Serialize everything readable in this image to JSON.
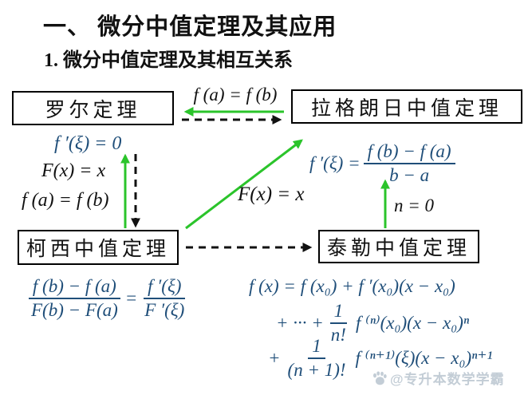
{
  "title": "一、 微分中值定理及其应用",
  "subtitle": "1. 微分中值定理及其相互关系",
  "boxes": {
    "rolle": "罗尔定理",
    "lagrange": "拉格朗日中值定理",
    "cauchy": "柯西中值定理",
    "taylor": "泰勒中值定理"
  },
  "labels": {
    "top_condition": "f (a) = f (b)",
    "rolle_conclusion": "f ′(ξ) = 0",
    "left_aux": "F(x) = x",
    "left_condition": "f (a) = f (b)",
    "diagonal_aux": "F(x) = x",
    "taylor_n0": "n = 0"
  },
  "formulas": {
    "lagrange": {
      "lhs": "f ′(ξ) =",
      "num": "f (b) − f (a)",
      "den": "b − a"
    },
    "cauchy": {
      "num1": "f (b) − f (a)",
      "den1": "F(b) − F(a)",
      "eq": "=",
      "num2": "f ′(ξ)",
      "den2": "F ′(ξ)"
    },
    "taylor": {
      "line1": "f (x) = f (x₀) + f ′(x₀)(x − x₀)",
      "line2_prefix": "+ ··· +",
      "line2_num": "1",
      "line2_den": "n!",
      "line2_suffix": "f ⁽ⁿ⁾(x₀)(x − x₀)ⁿ",
      "line3_prefix": "+",
      "line3_num": "1",
      "line3_den": "(n + 1)!",
      "line3_suffix": "f ⁽ⁿ⁺¹⁾(ξ)(x − x₀)ⁿ⁺¹"
    }
  },
  "watermark": {
    "icon": "paw-icon",
    "text": "@专升本数学学霸"
  },
  "colors": {
    "formula_blue": "#1f4e79",
    "arrow_green": "#2bc42b",
    "arrow_black": "#111111",
    "watermark_gray": "#c3cdd6"
  }
}
